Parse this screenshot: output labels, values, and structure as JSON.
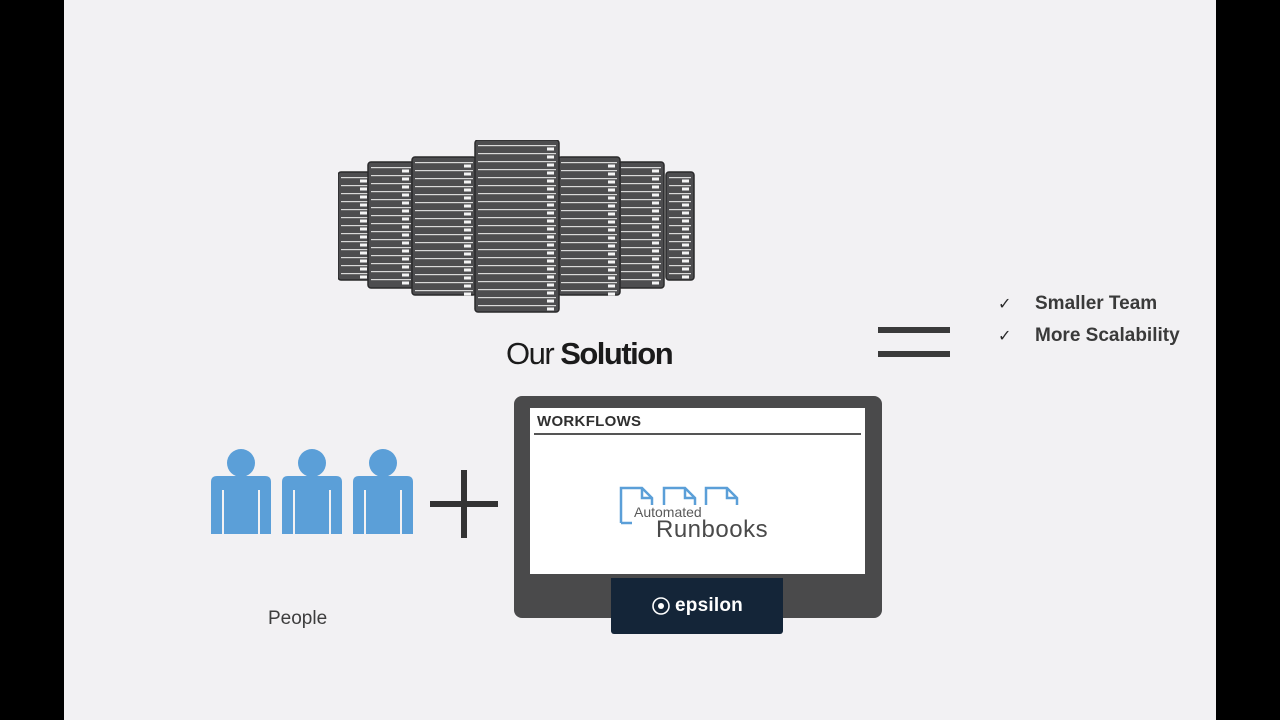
{
  "title": {
    "part1": "Our",
    "part2": "Solution"
  },
  "benefits": [
    {
      "check": "✓",
      "text": "Smaller Team"
    },
    {
      "check": "✓",
      "text": "More Scalability"
    }
  ],
  "people": {
    "label": "People"
  },
  "monitor": {
    "header": "WORKFLOWS",
    "runbooks_small": "Automated",
    "runbooks_big": "Runbooks"
  },
  "brand": {
    "name": "epsilon"
  },
  "colors": {
    "slide_background": "#f2f1f3",
    "letterbox": "#000000",
    "people_icon": "#5b9fd8",
    "monitor_frame": "#4a4a4b",
    "brand_bar": "#142538",
    "server_fill": "#4d4d4f"
  },
  "icons": [
    "server-rack-icon",
    "person-icon",
    "plus-icon",
    "equals-icon",
    "checkmark-icon",
    "runbook-docs-icon",
    "epsilon-logo-icon"
  ]
}
